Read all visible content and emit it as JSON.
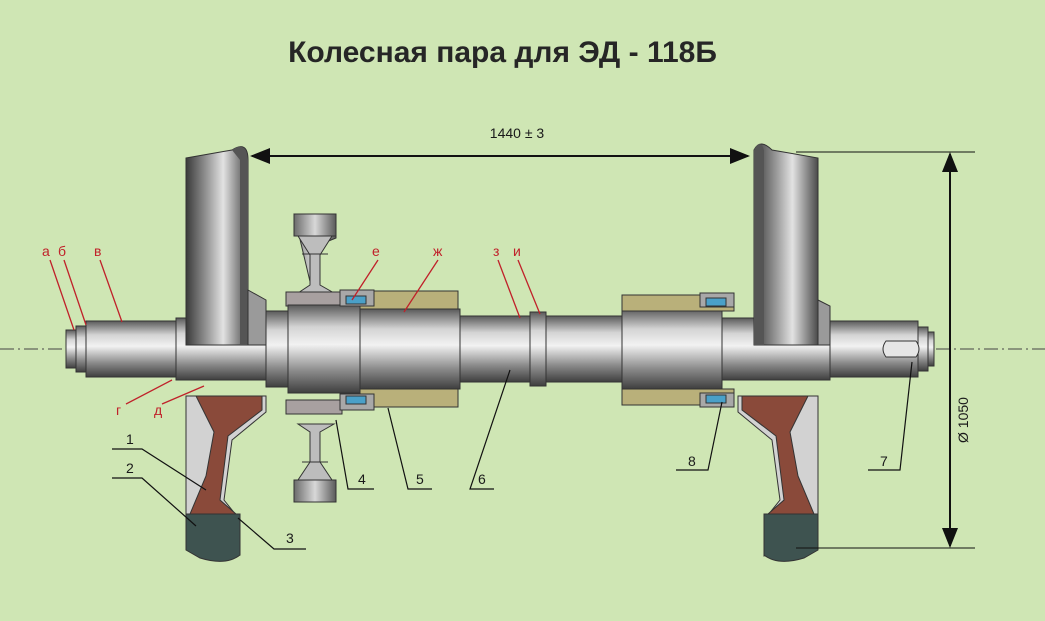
{
  "title": "Колесная пара для ЭД - 118Б",
  "dimensions": {
    "track_gauge": "1440 ± 3",
    "wheel_diameter": "Ø 1050"
  },
  "red_labels": {
    "a": "а",
    "b": "б",
    "v": "в",
    "g": "г",
    "d": "д",
    "e": "е",
    "zh": "ж",
    "z": "з",
    "i": "и"
  },
  "part_numbers": {
    "p1": "1",
    "p2": "2",
    "p3": "3",
    "p4": "4",
    "p5": "5",
    "p6": "6",
    "p7": "7",
    "p8": "8"
  },
  "colors": {
    "background": "#cfe6b4",
    "steel": "#8f8f8f",
    "wheel_section": "#8a4a3a",
    "bearing_housing": "#b9b07a",
    "label_red": "#c0212a"
  }
}
